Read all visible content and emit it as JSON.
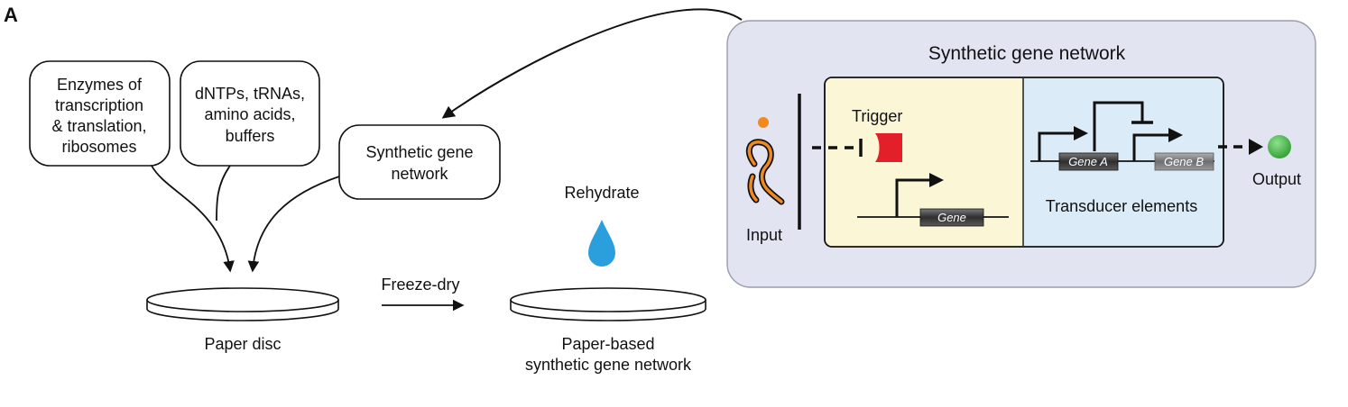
{
  "panel_label": "A",
  "bubbles": {
    "enzymes": [
      "Enzymes of",
      "transcription",
      "& translation,",
      "ribosomes"
    ],
    "reagents": [
      "dNTPs, tRNAs,",
      "amino acids,",
      "buffers"
    ],
    "network": [
      "Synthetic gene",
      "network"
    ]
  },
  "labels": {
    "paper_disc": "Paper disc",
    "freeze_dry": "Freeze-dry",
    "rehydrate": "Rehydrate",
    "paper_based": [
      "Paper-based",
      "synthetic gene network"
    ]
  },
  "inset": {
    "title": "Synthetic gene network",
    "input": "Input",
    "trigger": "Trigger",
    "gene": "Gene",
    "gene_a": "Gene A",
    "gene_b": "Gene B",
    "transducer": "Transducer elements",
    "output": "Output"
  },
  "colors": {
    "inset_bg": "#e2e4f2",
    "trigger_bg": "#fbf6d6",
    "transducer_bg": "#dbebf7",
    "droplet": "#2a9fdc",
    "output": "#3cb43c",
    "trigger_red": "#e3202a",
    "input_orange": "#f08a1e"
  }
}
